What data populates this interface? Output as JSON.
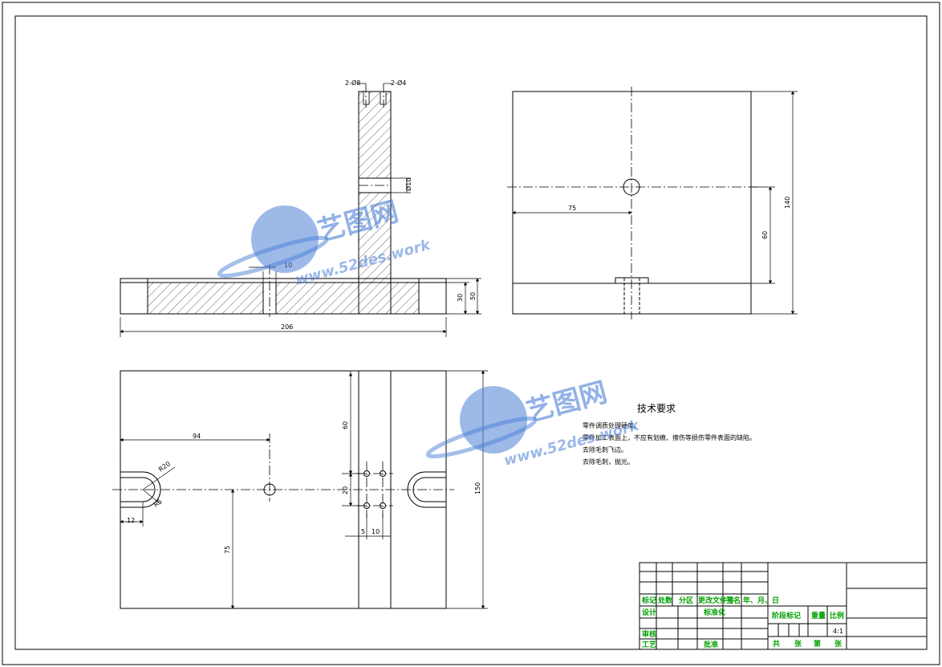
{
  "dims": {
    "holes_left": "2-Ø8",
    "holes_right": "2-Ø4",
    "bore_dia": "Ø10",
    "slot_width": "10",
    "front_total_width": "206",
    "front_thk_inner": "30",
    "front_thk_outer": "50",
    "side_horiz": "75",
    "side_vert_mid": "60",
    "side_vert_total": "140",
    "top_h1": "60",
    "top_h2": "75",
    "top_v1": "94",
    "top_r20": "R20",
    "top_r5": "R5",
    "top_w12": "12",
    "top_pitch_v": "20",
    "top_small_5": "5",
    "top_pitch_h": "10",
    "top_total_h": "150"
  },
  "tech": {
    "title": "技术要求",
    "lines": [
      "零件调质处理硬度。",
      "零件加工表面上，不应有划痕、擦伤等损伤零件表面的缺陷。",
      "去除毛刺飞边。",
      "去除毛刺，抛光。"
    ]
  },
  "title_block": {
    "header_cells": [
      "标记",
      "处数",
      "分区",
      "更改文件号",
      "签名",
      "年、月、日"
    ],
    "design": "设计",
    "standard": "标准化",
    "review": "审核",
    "process": "工艺",
    "approve": "批准",
    "stage_mark": "阶段标记",
    "weight": "重量",
    "scale_label": "比例",
    "scale_value": "4:1",
    "total": "共",
    "sheet": "张",
    "page": "第"
  },
  "watermark": {
    "name": "艺图网",
    "url": "www.52des.work"
  }
}
